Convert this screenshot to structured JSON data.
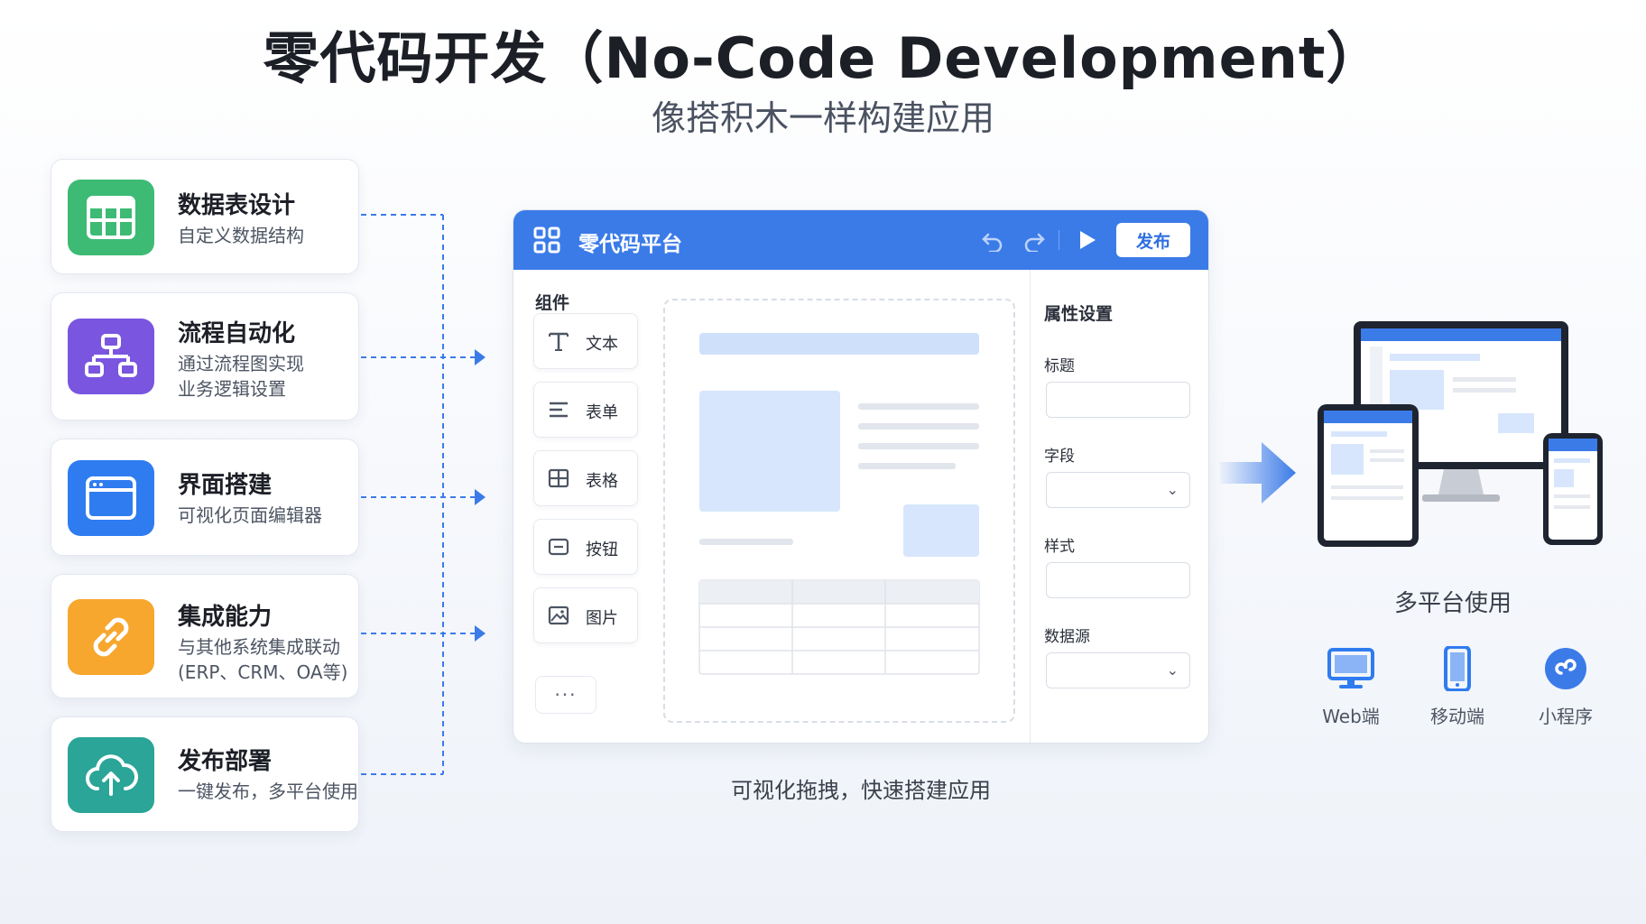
{
  "title": "零代码开发（No-Code Development）",
  "subtitle": "像搭积木一样构建应用",
  "features": [
    {
      "title": "数据表设计",
      "desc": "自定义数据结构",
      "color": "#3dbb74"
    },
    {
      "title": "流程自动化",
      "desc": "通过流程图实现\n业务逻辑设置",
      "color": "#7a55e0"
    },
    {
      "title": "界面搭建",
      "desc": "可视化页面编辑器",
      "color": "#2f7cf0"
    },
    {
      "title": "集成能力",
      "desc": "与其他系统集成联动\n(ERP、CRM、OA等)",
      "color": "#f7a72d"
    },
    {
      "title": "发布部署",
      "desc": "一键发布，多平台使用",
      "color": "#2aa597"
    }
  ],
  "platform": {
    "title": "零代码平台",
    "publish_label": "发布",
    "components_label": "组件",
    "components": [
      "文本",
      "表单",
      "表格",
      "按钮",
      "图片"
    ],
    "more_label": "···",
    "properties_label": "属性设置",
    "fields": [
      {
        "label": "标题",
        "type": "text"
      },
      {
        "label": "字段",
        "type": "select"
      },
      {
        "label": "样式",
        "type": "text"
      },
      {
        "label": "数据源",
        "type": "select"
      }
    ],
    "header_color": "#3b7be8"
  },
  "caption": "可视化拖拽，快速搭建应用",
  "multi_platform": {
    "title": "多平台使用",
    "items": [
      {
        "label": "Web端",
        "icon": "monitor-icon"
      },
      {
        "label": "移动端",
        "icon": "phone-icon"
      },
      {
        "label": "小程序",
        "icon": "mini-program-icon"
      }
    ]
  },
  "accent_color": "#3b7be8"
}
